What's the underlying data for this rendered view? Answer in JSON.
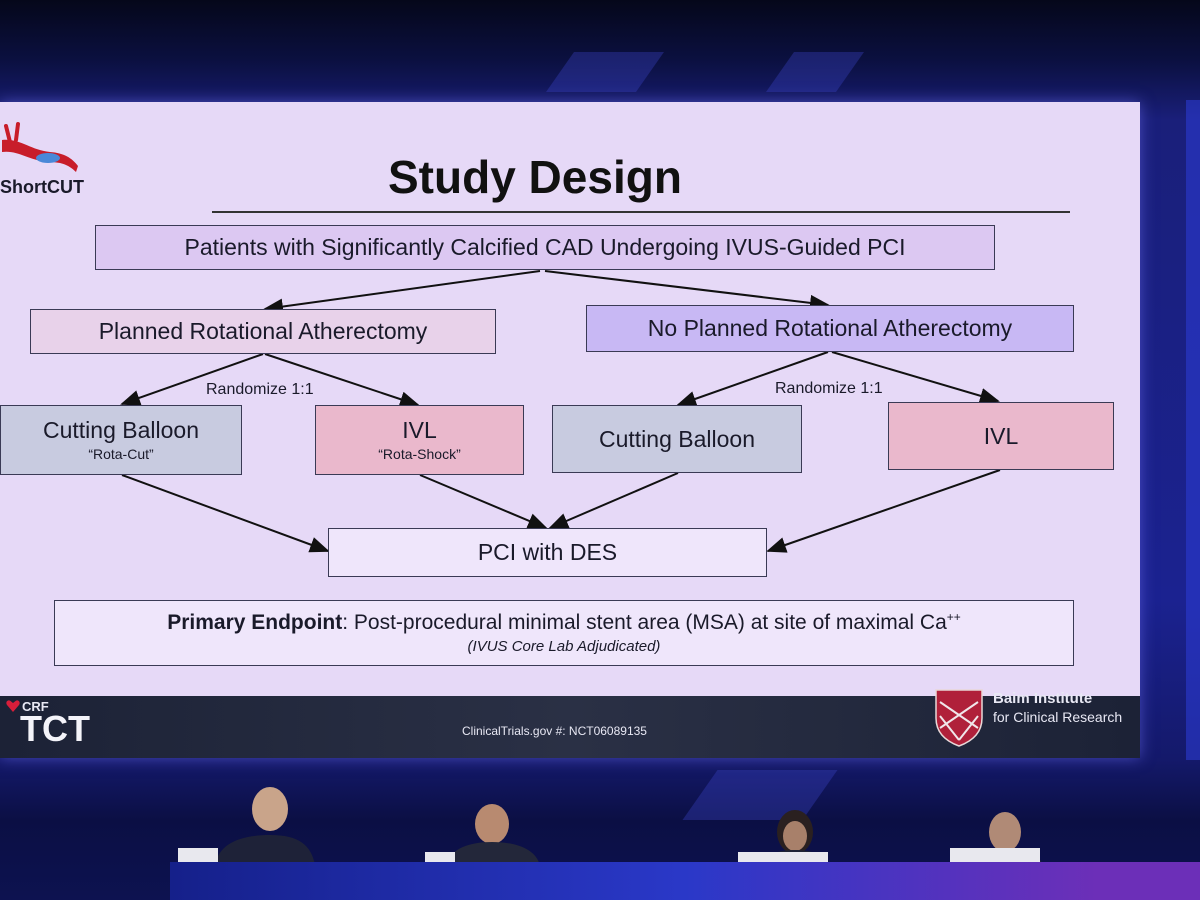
{
  "slide": {
    "title": "Study Design",
    "logo_text": "ShortCUT",
    "population": "Patients with Significantly Calcified CAD Undergoing IVUS-Guided PCI",
    "arm_left": "Planned Rotational Atherectomy",
    "arm_right": "No Planned Rotational Atherectomy",
    "randomize_left": "Randomize 1:1",
    "randomize_right": "Randomize 1:1",
    "boxes": {
      "cb_left": "Cutting Balloon",
      "cb_left_sub": "“Rota-Cut”",
      "ivl_left": "IVL",
      "ivl_left_sub": "“Rota-Shock”",
      "cb_right": "Cutting Balloon",
      "ivl_right": "IVL"
    },
    "final": "PCI with DES",
    "endpoint_bold": "Primary Endpoint",
    "endpoint_text": ": Post-procedural minimal stent area (MSA) at site of maximal Ca",
    "endpoint_sup": "++",
    "endpoint_note": "(IVUS Core Lab Adjudicated)",
    "footer": {
      "crf": "CRF",
      "tct": "TCT",
      "trial_id": "ClinicalTrials.gov #: NCT06089135",
      "institute_name": "Baim Institute",
      "institute_sub": "for Clinical Research"
    }
  },
  "colors": {
    "population_bg": "#dcc8f2",
    "rota_bg": "#e8d2ea",
    "no_rota_bg": "#c8b8f4",
    "cutting_bg": "#c8cbe0",
    "ivl_bg": "#eab8cc",
    "white_box_bg": "#efe6fb"
  },
  "icons": [
    "vessel-logo-icon",
    "crf-heart-icon",
    "baim-shield-icon"
  ]
}
